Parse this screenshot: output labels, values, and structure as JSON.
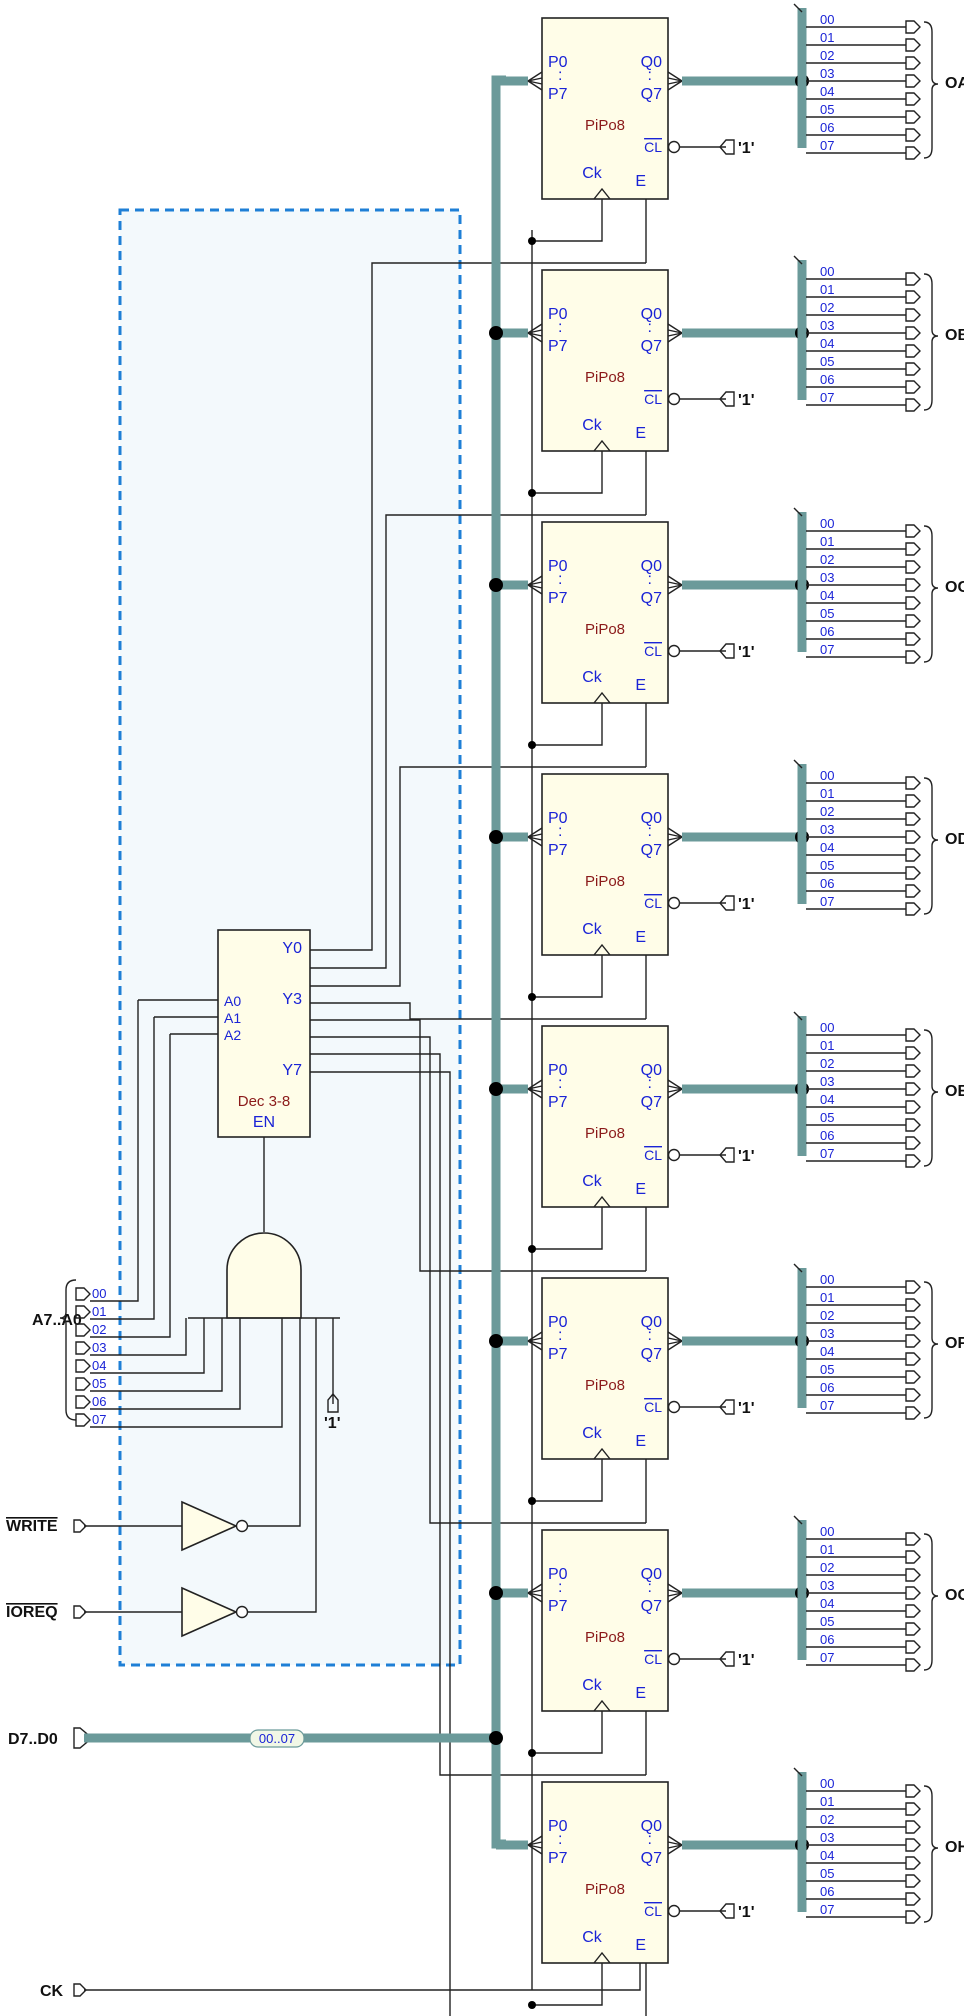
{
  "registers": [
    {
      "output": "OA"
    },
    {
      "output": "OB"
    },
    {
      "output": "OC"
    },
    {
      "output": "OD"
    },
    {
      "output": "OE"
    },
    {
      "output": "OF"
    },
    {
      "output": "OG"
    },
    {
      "output": "OH"
    }
  ],
  "register_labels": {
    "p0": "P0",
    "p7": "P7",
    "q0": "Q0",
    "q7": "Q7",
    "dots": ":",
    "name": "PiPo8",
    "cl": "CL",
    "ck": "Ck",
    "e": "E",
    "const_one": "'1'"
  },
  "bus_bits": [
    "00",
    "01",
    "02",
    "03",
    "04",
    "05",
    "06",
    "07"
  ],
  "decoder": {
    "inputs": [
      "A0",
      "A1",
      "A2"
    ],
    "outputs": [
      "Y0",
      "Y3",
      "Y7"
    ],
    "name": "Dec 3-8",
    "enable": "EN"
  },
  "inputs": {
    "address": "A7..A0",
    "write": "WRITE",
    "ioreq": "IOREQ",
    "data": "D7..D0",
    "clock": "CK",
    "const_one": "'1'"
  },
  "data_bus_tag": "00..07",
  "colors": {
    "bus": "#6b9a9a",
    "pin_text": "#1a23d6",
    "component_name": "#8b1a1a",
    "box_fill": "#fffde8",
    "dashed_frame": "#1e7fd6"
  }
}
